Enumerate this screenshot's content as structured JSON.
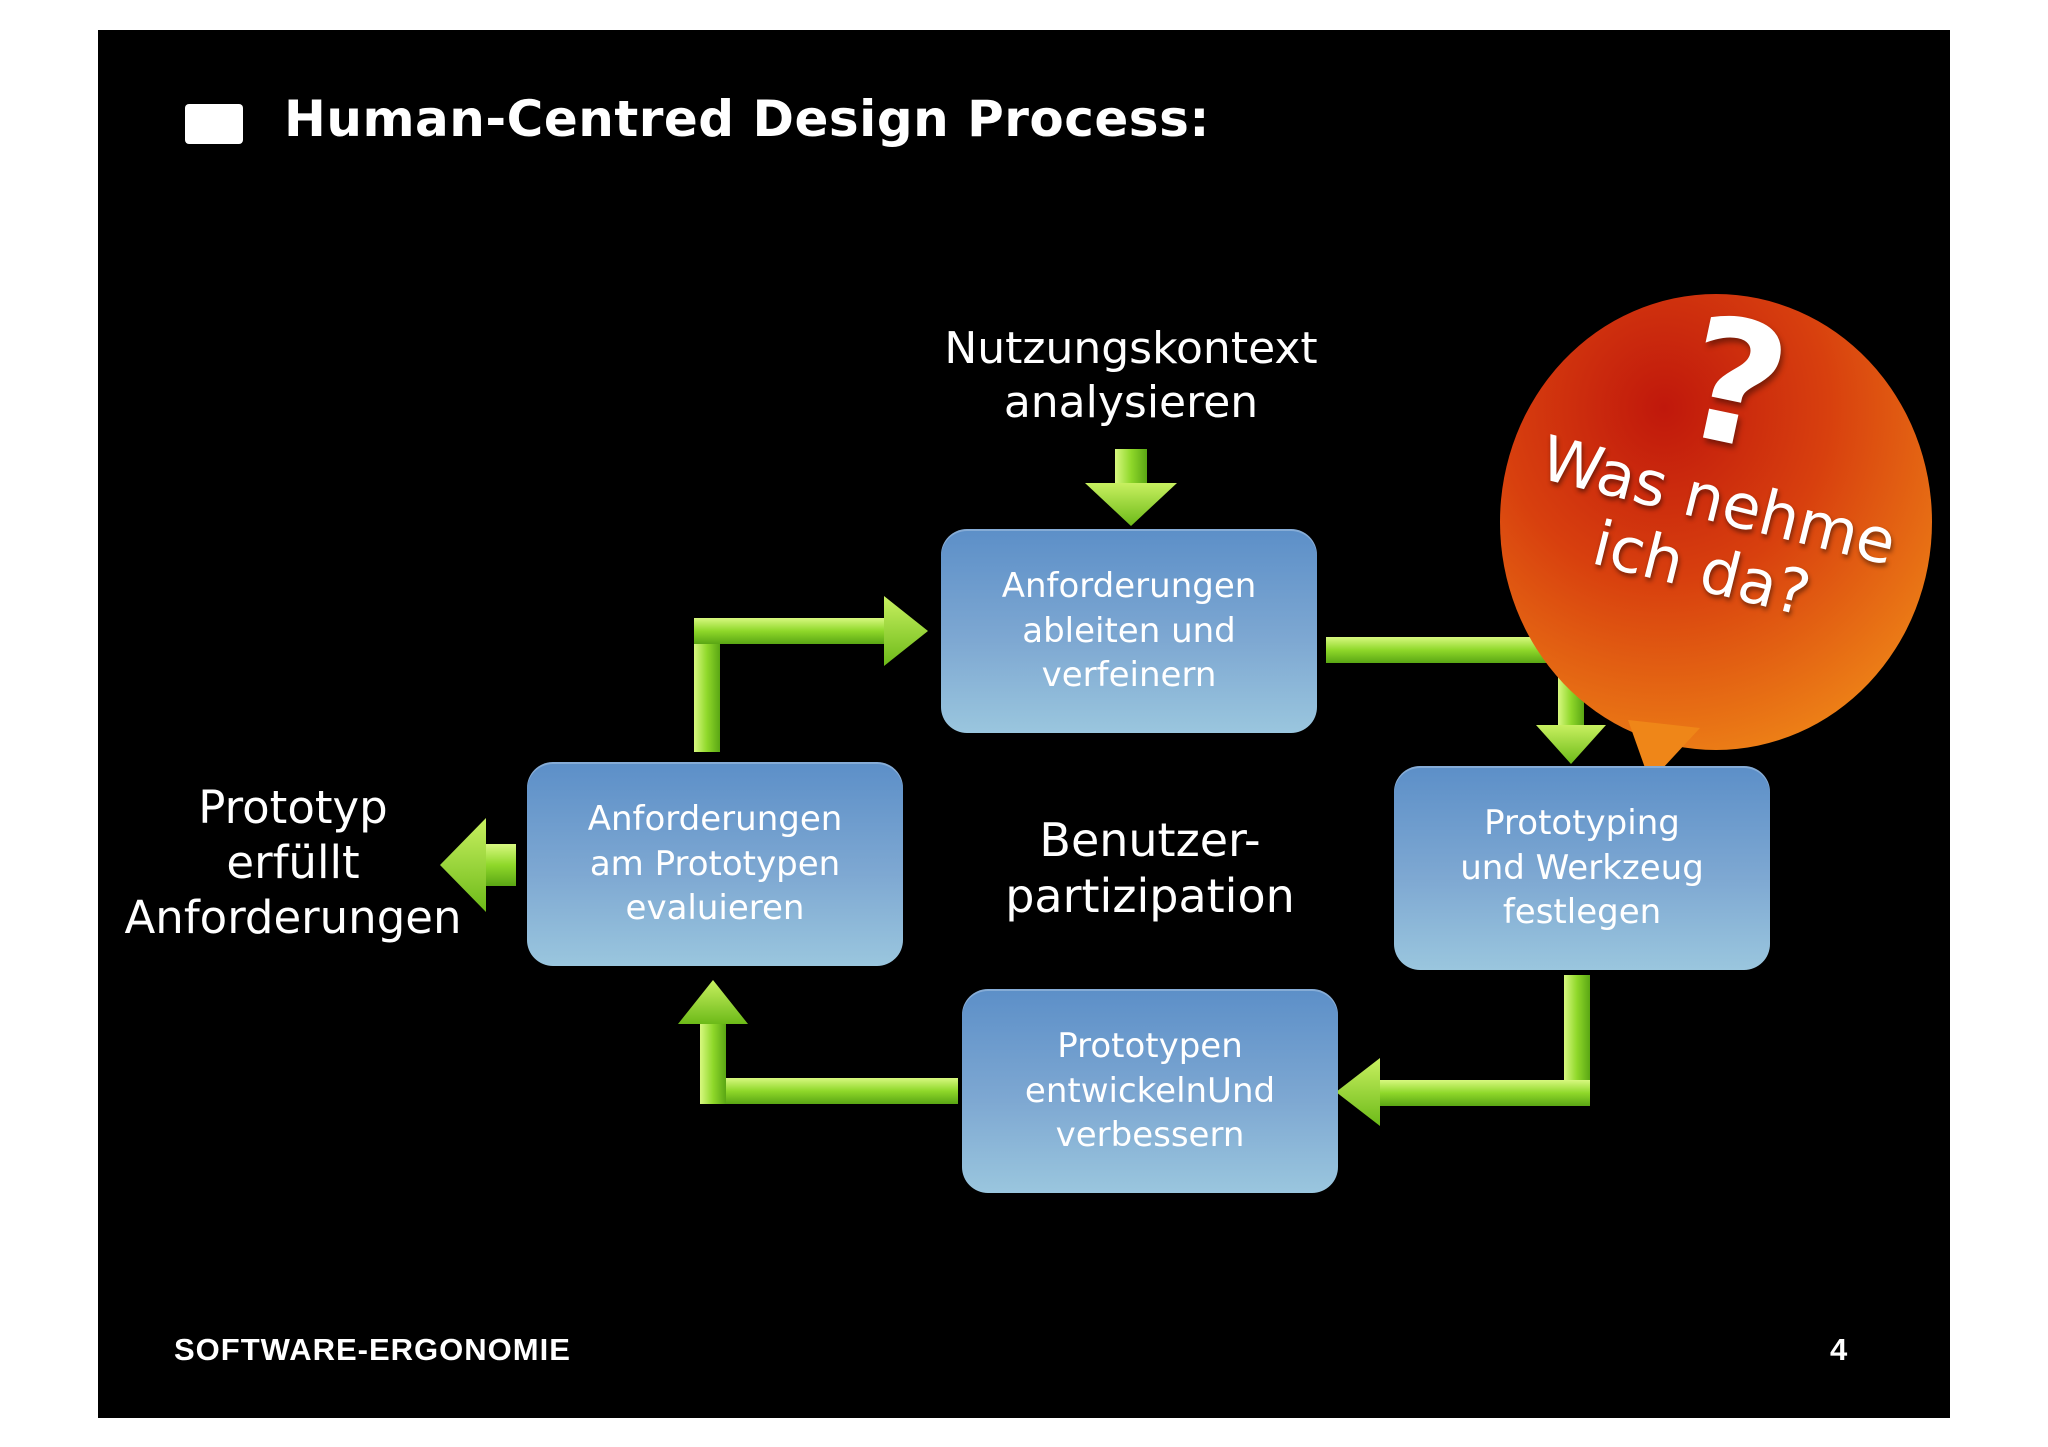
{
  "slide": {
    "title": "Human-Centred Design Process:",
    "footer_label": "SOFTWARE-ERGONOMIE",
    "page_number": "4"
  },
  "diagram": {
    "input_label": [
      "Nutzungskontext",
      "analysieren"
    ],
    "center_label": [
      "Benutzer-",
      "partizipation"
    ],
    "output_label": [
      "Prototyp",
      "erfüllt",
      "Anforderungen"
    ],
    "steps": {
      "derive": [
        "Anforderungen",
        "ableiten und",
        "verfeinern"
      ],
      "prototyping": [
        "Prototyping",
        "und Werkzeug",
        "festlegen"
      ],
      "develop": [
        "Prototypen",
        "entwickelnUnd",
        "verbessern"
      ],
      "evaluate": [
        "Anforderungen",
        "am Prototypen",
        "evaluieren"
      ]
    }
  },
  "callout": {
    "symbol": "?",
    "text": [
      "Was nehme",
      "ich da?"
    ]
  },
  "colors": {
    "background": "#000000",
    "box_top": "#5c8fc8",
    "box_bottom": "#9ac6de",
    "arrow_green": "#8fd82a",
    "bubble_red": "#c8260e",
    "bubble_orange": "#ee7a14"
  }
}
